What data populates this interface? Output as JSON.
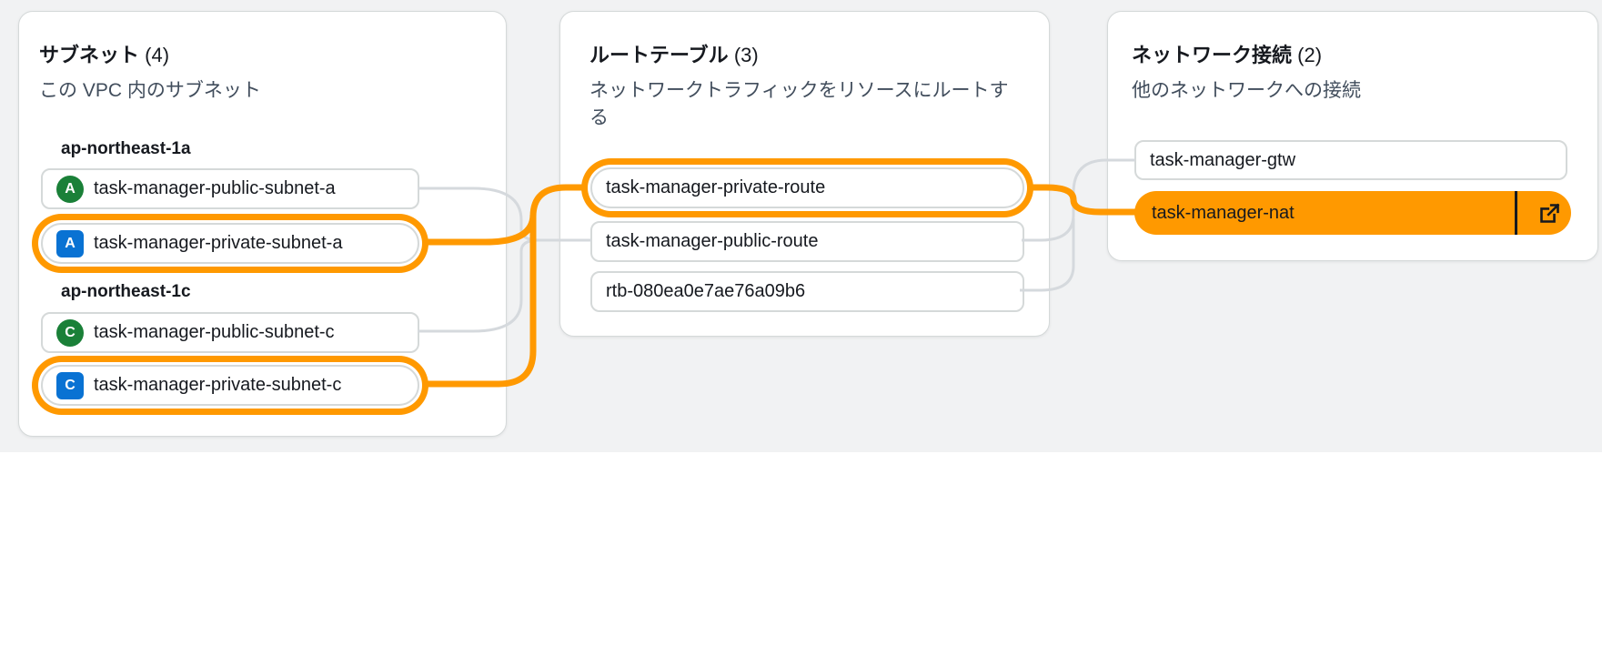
{
  "colors": {
    "accent_orange": "#ff9900",
    "background_gray": "#f1f2f3",
    "panel_border": "#d5d9d9",
    "connector_gray": "#d5d9dd",
    "text": "#16191f",
    "subtitle_text": "#414d5c",
    "badge_public_green": "#1a8038",
    "badge_private_blue": "#0972d3"
  },
  "subnets_panel": {
    "title": "サブネット",
    "count": "(4)",
    "subtitle": "この VPC 内のサブネット",
    "groups": [
      {
        "label": "ap-northeast-1a",
        "items": [
          {
            "label": "task-manager-public-subnet-a",
            "badge": "A",
            "type": "public",
            "highlighted": false
          },
          {
            "label": "task-manager-private-subnet-a",
            "badge": "A",
            "type": "private",
            "highlighted": true
          }
        ]
      },
      {
        "label": "ap-northeast-1c",
        "items": [
          {
            "label": "task-manager-public-subnet-c",
            "badge": "C",
            "type": "public",
            "highlighted": false
          },
          {
            "label": "task-manager-private-subnet-c",
            "badge": "C",
            "type": "private",
            "highlighted": true
          }
        ]
      }
    ]
  },
  "route_tables_panel": {
    "title": "ルートテーブル",
    "count": "(3)",
    "subtitle": "ネットワークトラフィックをリソースにルートする",
    "items": [
      {
        "label": "task-manager-private-route",
        "highlighted": true
      },
      {
        "label": "task-manager-public-route",
        "highlighted": false
      },
      {
        "label": "rtb-080ea0e7ae76a09b6",
        "highlighted": false
      }
    ]
  },
  "connections_panel": {
    "title": "ネットワーク接続",
    "count": "(2)",
    "subtitle": "他のネットワークへの接続",
    "items": [
      {
        "label": "task-manager-gtw",
        "selected": false
      },
      {
        "label": "task-manager-nat",
        "selected": true,
        "icon": "external-link-icon"
      }
    ]
  }
}
